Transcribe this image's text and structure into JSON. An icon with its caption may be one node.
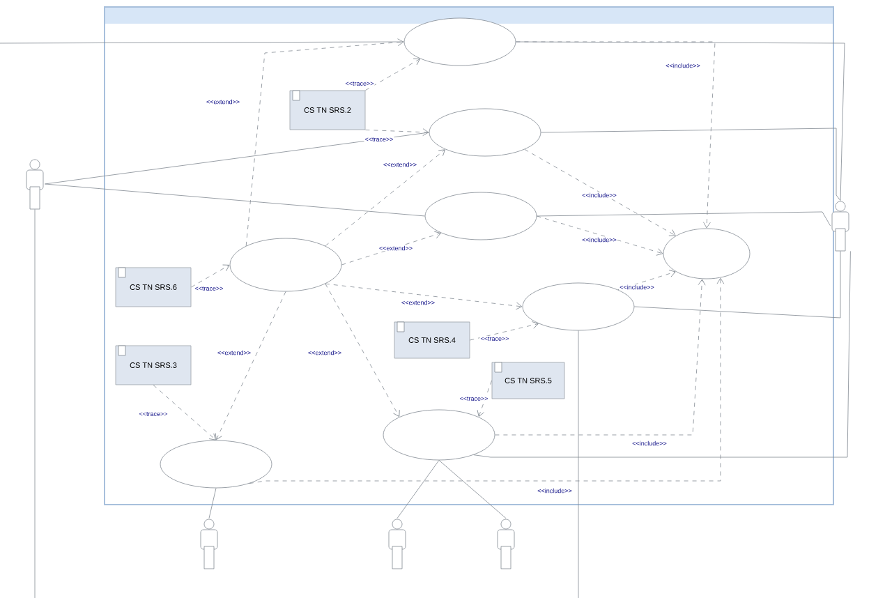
{
  "diagram": {
    "nodes": [
      {
        "text": [],
        "shape": "box"
      },
      {
        "text": [],
        "shape": "ellipse",
        "in": 0
      },
      {
        "text": [
          "CS TN SRS.2"
        ],
        "in": 0
      },
      {
        "text": [],
        "shape": "ellipse",
        "in": 0
      },
      {
        "text": [],
        "shape": "person"
      },
      {
        "text": [],
        "shape": "ellipse",
        "in": 0
      },
      {
        "text": [],
        "shape": "person"
      },
      {
        "text": [],
        "shape": "ellipse",
        "in": 0
      },
      {
        "text": [],
        "shape": "ellipse",
        "in": 0
      },
      {
        "text": [
          "CS TN SRS.6"
        ],
        "in": 0
      },
      {
        "text": [],
        "shape": "ellipse",
        "in": 0
      },
      {
        "text": [
          "CS TN SRS.4"
        ],
        "in": 0
      },
      {
        "text": [
          "CS TN SRS.3"
        ],
        "in": 0
      },
      {
        "text": [
          "CS TN SRS.5"
        ],
        "in": 0
      },
      {
        "text": [],
        "shape": "ellipse",
        "in": 0
      },
      {
        "text": [],
        "shape": "ellipse",
        "in": 0
      },
      {
        "text": [],
        "shape": "person"
      },
      {
        "text": [],
        "shape": "person"
      },
      {
        "text": [],
        "shape": "person"
      }
    ],
    "edges": [
      {
        "from": 4,
        "to": 3,
        "arrow": "none"
      },
      {
        "from": 4,
        "to": 5,
        "arrow": "none"
      },
      {
        "from": null,
        "to": 1,
        "arrow": "none"
      },
      {
        "from": 4,
        "to": null,
        "arrow": "none"
      },
      {
        "from": 1,
        "to": 6,
        "arrow": "none"
      },
      {
        "from": 3,
        "to": 6,
        "arrow": "none"
      },
      {
        "from": 5,
        "to": 6,
        "arrow": "none"
      },
      {
        "from": 10,
        "to": 6,
        "arrow": "none"
      },
      {
        "from": 10,
        "to": null,
        "arrow": "none"
      },
      {
        "from": 14,
        "to": 6,
        "arrow": "none"
      },
      {
        "from": 16,
        "to": 15,
        "arrow": "none"
      },
      {
        "from": 17,
        "to": 14,
        "arrow": "none"
      },
      {
        "from": 18,
        "to": 14,
        "arrow": "none"
      },
      {
        "from": 8,
        "to": 1,
        "arrow": "to",
        "style": "dashed",
        "label": "<<extend>>"
      },
      {
        "from": 2,
        "to": 1,
        "arrow": "to",
        "style": "dashed",
        "label": "<<trace>>"
      },
      {
        "from": 2,
        "to": 3,
        "arrow": "to",
        "style": "dashed",
        "label": "<<trace>>"
      },
      {
        "from": 8,
        "to": 3,
        "arrow": "to",
        "style": "dashed",
        "label": "<<extend>>"
      },
      {
        "from": 8,
        "to": 5,
        "arrow": "to",
        "style": "dashed",
        "label": "<<extend>>"
      },
      {
        "from": 3,
        "to": 7,
        "arrow": "to",
        "style": "dashed",
        "label": "<<include>>"
      },
      {
        "from": 5,
        "to": 7,
        "arrow": "to",
        "style": "dashed",
        "label": "<<include>>"
      },
      {
        "from": 10,
        "to": 7,
        "arrow": "to",
        "style": "dashed",
        "label": "<<include>>"
      },
      {
        "from": 1,
        "to": 7,
        "arrow": "to",
        "style": "dashed",
        "label": "<<include>>"
      },
      {
        "from": 9,
        "to": 8,
        "arrow": "to",
        "style": "dashed",
        "label": "<<trace>>"
      },
      {
        "from": 8,
        "to": 10,
        "arrow": "to",
        "style": "dashed",
        "label": "<<extend>>"
      },
      {
        "from": 8,
        "to": 15,
        "arrow": "to",
        "style": "dashed",
        "label": "<<extend>>"
      },
      {
        "from": 8,
        "to": 14,
        "arrow": "to",
        "style": "dashed",
        "label": "<<extend>>"
      },
      {
        "from": 11,
        "to": 10,
        "arrow": "to",
        "style": "dashed",
        "label": "<<trace>>"
      },
      {
        "from": 12,
        "to": 15,
        "arrow": "to",
        "style": "dashed",
        "label": "<<trace>>"
      },
      {
        "from": 13,
        "to": 14,
        "arrow": "to",
        "style": "dashed",
        "label": "<<trace>>"
      },
      {
        "from": 14,
        "to": 7,
        "arrow": "to",
        "style": "dashed",
        "label": "<<include>>"
      },
      {
        "from": 15,
        "to": 7,
        "arrow": "to",
        "style": "dashed",
        "label": "<<include>>"
      }
    ]
  }
}
